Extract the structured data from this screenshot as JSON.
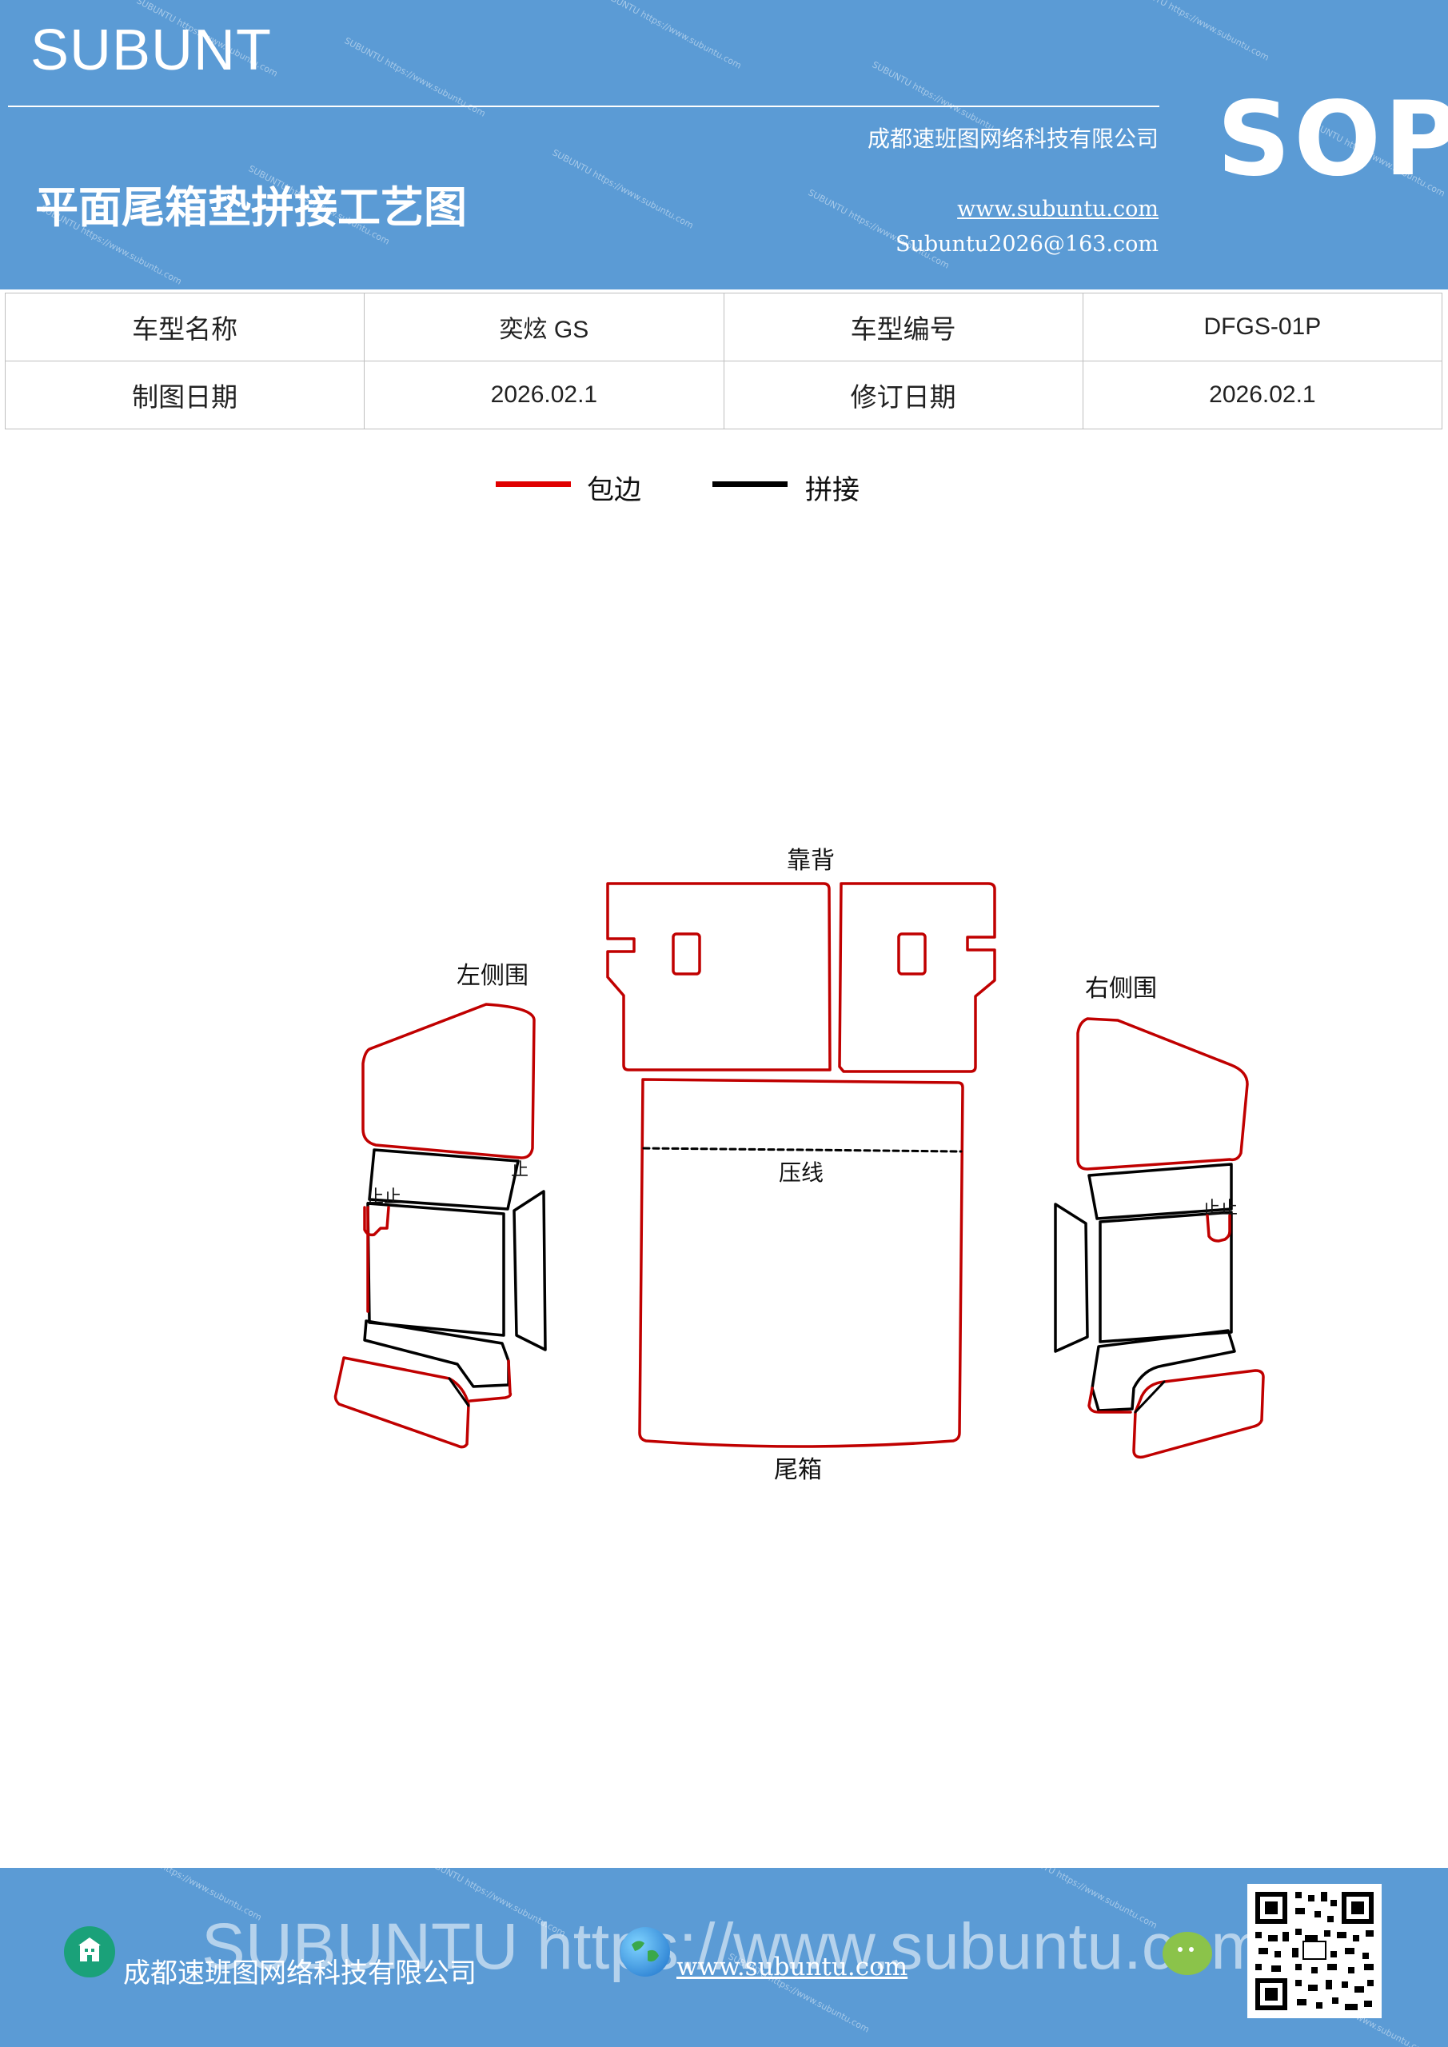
{
  "header": {
    "brand": "SUBUNT",
    "title": "平面尾箱垫拼接工艺图",
    "company": "成都速班图网络科技有限公司",
    "website": "www.subuntu.com",
    "email": "Subuntu2026@163.com",
    "badge": "SOP",
    "background_color": "#5b9bd5"
  },
  "info_table": {
    "rows": [
      [
        {
          "text": "车型名称"
        },
        {
          "text": "奕炫 GS"
        },
        {
          "text": "车型编号"
        },
        {
          "text": "DFGS-01P"
        }
      ],
      [
        {
          "text": "制图日期"
        },
        {
          "text": "2026.02.1"
        },
        {
          "text": "修订日期"
        },
        {
          "text": "2026.02.1"
        }
      ]
    ]
  },
  "legend": {
    "items": [
      {
        "label": "包边",
        "color": "#e00000"
      },
      {
        "label": "拼接",
        "color": "#000000"
      }
    ]
  },
  "diagram": {
    "labels": {
      "backrest": "靠背",
      "trunk": "尾箱",
      "crease": "压线",
      "left_side": "左侧围",
      "right_side": "右侧围",
      "left_mark_a": "止",
      "left_mark_b": "止止",
      "right_mark": "止止"
    },
    "edge_color": "#c00000",
    "seam_color": "#000000"
  },
  "footer": {
    "watermark": "SUBUNTU https://www.subuntu.com",
    "company": "成都速班图网络科技有限公司",
    "website": "www.subuntu.com",
    "icons": [
      "building-icon",
      "globe-icon",
      "wechat-icon",
      "qr-code-icon"
    ]
  }
}
